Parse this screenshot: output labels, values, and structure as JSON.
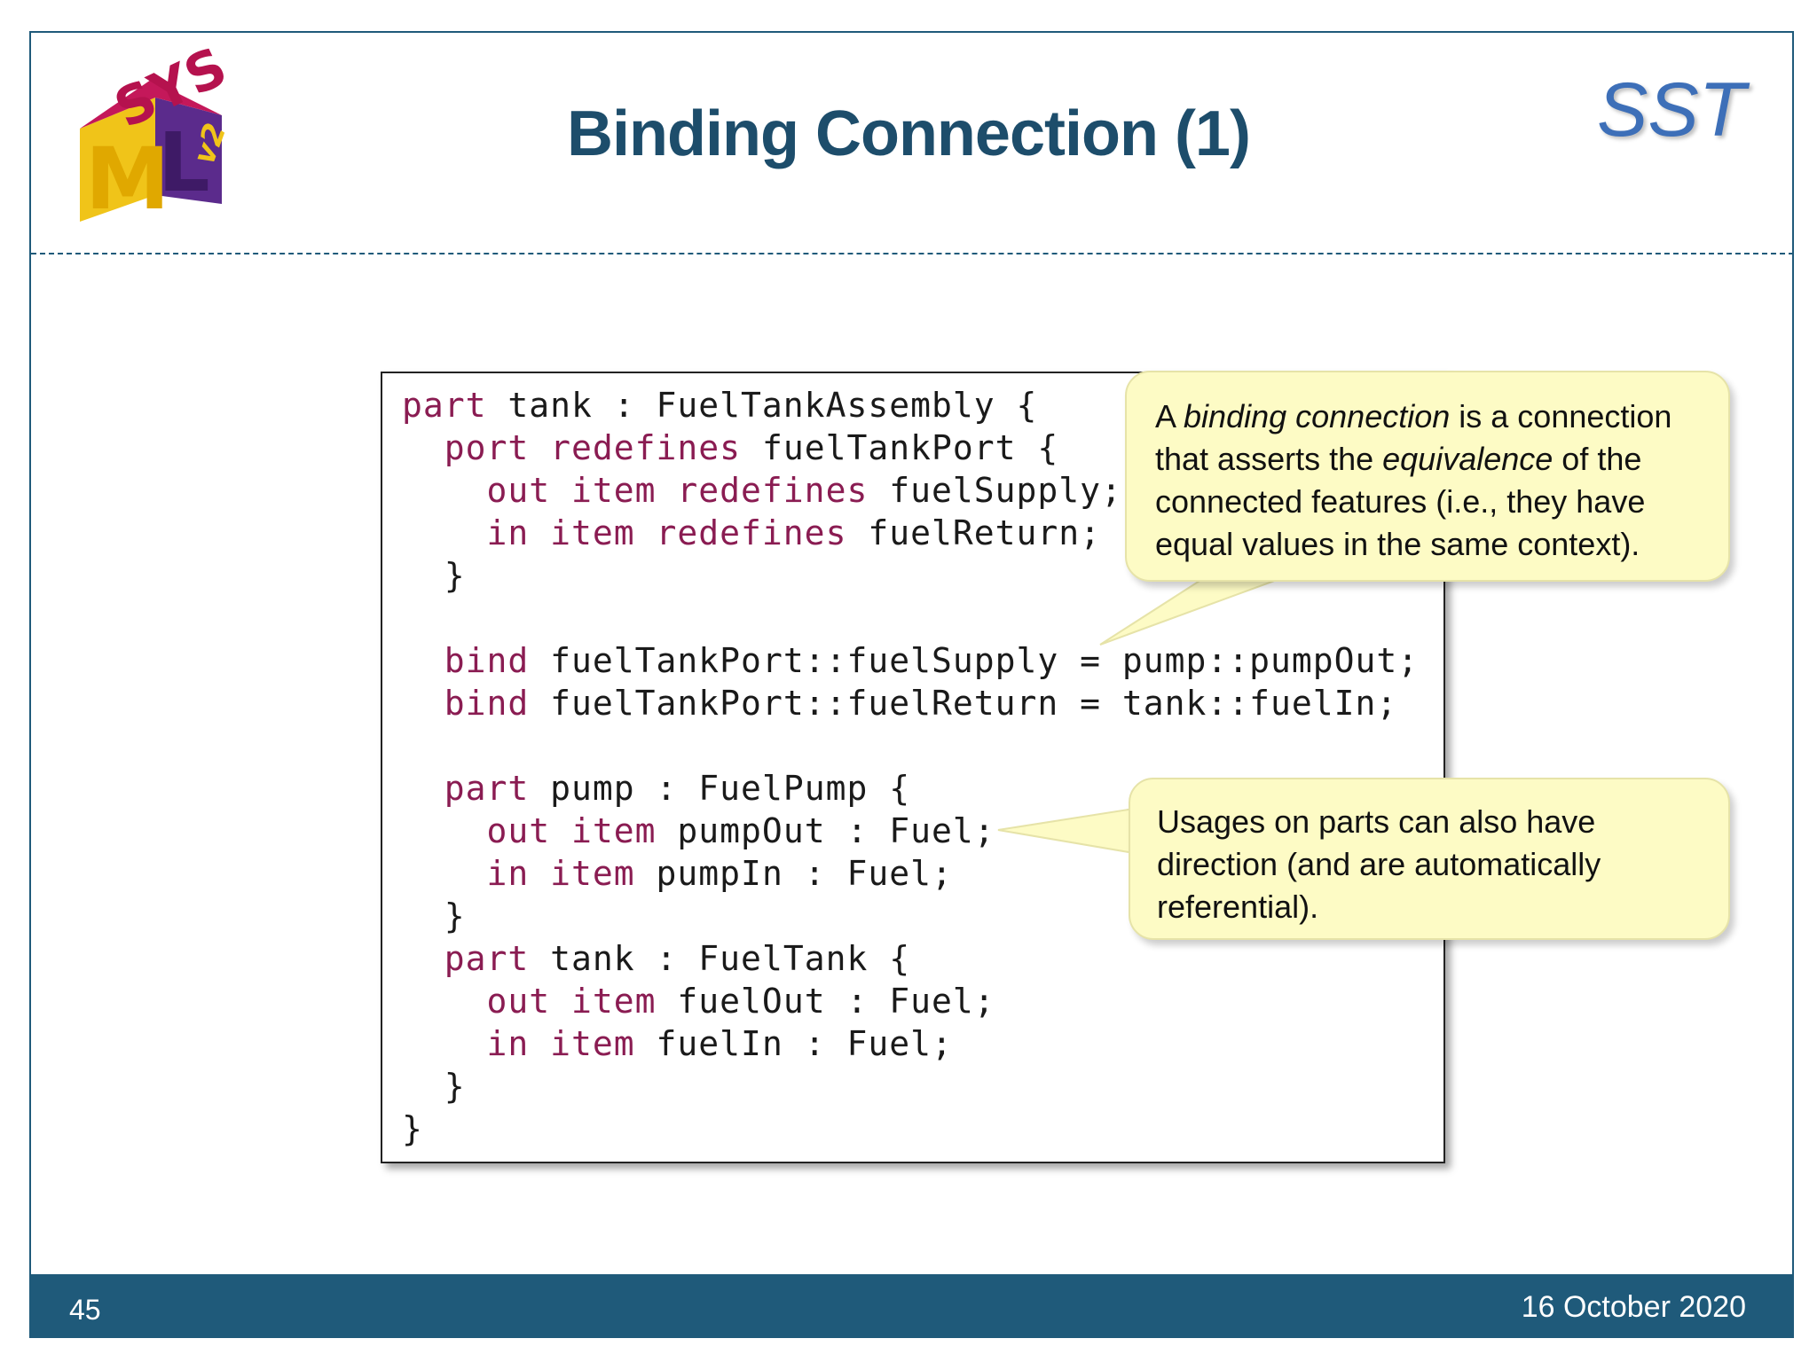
{
  "slide": {
    "title": "Binding Connection (1)",
    "brand_mark": "SST",
    "page_number": "45",
    "date": "16 October 2020"
  },
  "logo": {
    "letters": [
      "SYS",
      "M",
      "L",
      "v2"
    ],
    "colors": {
      "sys": "#b5124e",
      "m": "#f0c419",
      "l": "#5b2b8c"
    }
  },
  "code": {
    "keyword_color": "#8a1c52",
    "lines": [
      [
        {
          "k": 1,
          "t": "part"
        },
        {
          "k": 0,
          "t": " tank : FuelTankAssembly {"
        }
      ],
      [
        {
          "k": 0,
          "t": "  "
        },
        {
          "k": 1,
          "t": "port redefines"
        },
        {
          "k": 0,
          "t": " fuelTankPort {"
        }
      ],
      [
        {
          "k": 0,
          "t": "    "
        },
        {
          "k": 1,
          "t": "out item redefines"
        },
        {
          "k": 0,
          "t": " fuelSupply;"
        }
      ],
      [
        {
          "k": 0,
          "t": "    "
        },
        {
          "k": 1,
          "t": "in item redefines"
        },
        {
          "k": 0,
          "t": " fuelReturn;"
        }
      ],
      [
        {
          "k": 0,
          "t": "  }"
        }
      ],
      [],
      [
        {
          "k": 0,
          "t": "  "
        },
        {
          "k": 1,
          "t": "bind"
        },
        {
          "k": 0,
          "t": " fuelTankPort::fuelSupply = pump::pumpOut;"
        }
      ],
      [
        {
          "k": 0,
          "t": "  "
        },
        {
          "k": 1,
          "t": "bind"
        },
        {
          "k": 0,
          "t": " fuelTankPort::fuelReturn = tank::fuelIn;"
        }
      ],
      [],
      [
        {
          "k": 0,
          "t": "  "
        },
        {
          "k": 1,
          "t": "part"
        },
        {
          "k": 0,
          "t": " pump : FuelPump {"
        }
      ],
      [
        {
          "k": 0,
          "t": "    "
        },
        {
          "k": 1,
          "t": "out item"
        },
        {
          "k": 0,
          "t": " pumpOut : Fuel;"
        }
      ],
      [
        {
          "k": 0,
          "t": "    "
        },
        {
          "k": 1,
          "t": "in item"
        },
        {
          "k": 0,
          "t": " pumpIn : Fuel;"
        }
      ],
      [
        {
          "k": 0,
          "t": "  }"
        }
      ],
      [
        {
          "k": 0,
          "t": "  "
        },
        {
          "k": 1,
          "t": "part"
        },
        {
          "k": 0,
          "t": " tank : FuelTank {"
        }
      ],
      [
        {
          "k": 0,
          "t": "    "
        },
        {
          "k": 1,
          "t": "out item"
        },
        {
          "k": 0,
          "t": " fuelOut : Fuel;"
        }
      ],
      [
        {
          "k": 0,
          "t": "    "
        },
        {
          "k": 1,
          "t": "in item"
        },
        {
          "k": 0,
          "t": " fuelIn : Fuel;"
        }
      ],
      [
        {
          "k": 0,
          "t": "  }"
        }
      ],
      [
        {
          "k": 0,
          "t": "}"
        }
      ]
    ]
  },
  "callouts": [
    {
      "segments": [
        {
          "i": 0,
          "t": "A "
        },
        {
          "i": 1,
          "t": "binding connection"
        },
        {
          "i": 0,
          "t": " is a connection\nthat asserts the "
        },
        {
          "i": 1,
          "t": "equivalence"
        },
        {
          "i": 0,
          "t": " of the\nconnected features (i.e., they have\nequal values in the same context)."
        }
      ]
    },
    {
      "segments": [
        {
          "i": 0,
          "t": "Usages on parts can also have\ndirection (and are automatically\nreferential)."
        }
      ]
    }
  ],
  "colors": {
    "title": "#1d4d6b",
    "brand_mark": "#3d6fb8",
    "footer_bar": "#1f5a7a",
    "callout_fill": "#fdfbc5"
  }
}
